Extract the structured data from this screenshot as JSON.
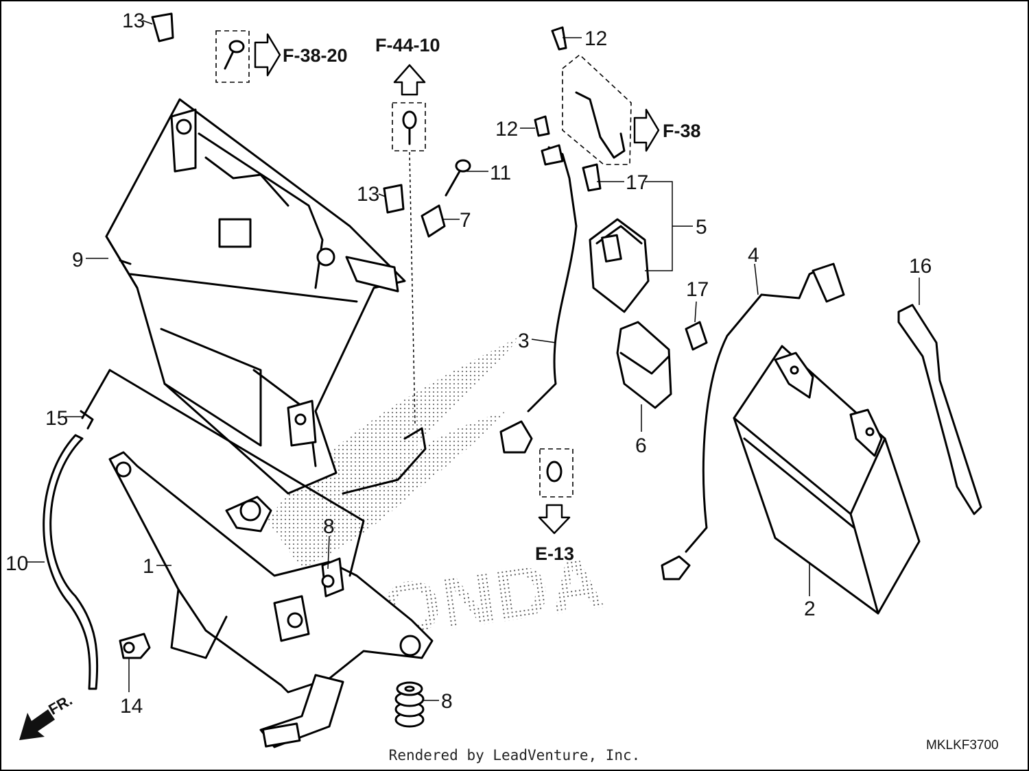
{
  "diagram": {
    "code": "MKLKF3700",
    "credit": "Rendered by LeadVenture, Inc.",
    "front_marker": "FR.",
    "watermark": "HONDA",
    "refs": [
      {
        "id": "f3820",
        "text": "F-38-20"
      },
      {
        "id": "f4410",
        "text": "F-44-10"
      },
      {
        "id": "f38",
        "text": "F-38"
      },
      {
        "id": "e13",
        "text": "E-13"
      }
    ],
    "callouts": [
      {
        "id": "c13a",
        "text": "13"
      },
      {
        "id": "c12a",
        "text": "12"
      },
      {
        "id": "c12b",
        "text": "12"
      },
      {
        "id": "c11",
        "text": "11"
      },
      {
        "id": "c13b",
        "text": "13"
      },
      {
        "id": "c7",
        "text": "7"
      },
      {
        "id": "c17a",
        "text": "17"
      },
      {
        "id": "c5",
        "text": "5"
      },
      {
        "id": "c9",
        "text": "9"
      },
      {
        "id": "c4",
        "text": "4"
      },
      {
        "id": "c16",
        "text": "16"
      },
      {
        "id": "c17b",
        "text": "17"
      },
      {
        "id": "c3",
        "text": "3"
      },
      {
        "id": "c15",
        "text": "15"
      },
      {
        "id": "c6",
        "text": "6"
      },
      {
        "id": "c8a",
        "text": "8"
      },
      {
        "id": "c10",
        "text": "10"
      },
      {
        "id": "c1",
        "text": "1"
      },
      {
        "id": "c2",
        "text": "2"
      },
      {
        "id": "c14",
        "text": "14"
      },
      {
        "id": "c8b",
        "text": "8"
      }
    ]
  }
}
